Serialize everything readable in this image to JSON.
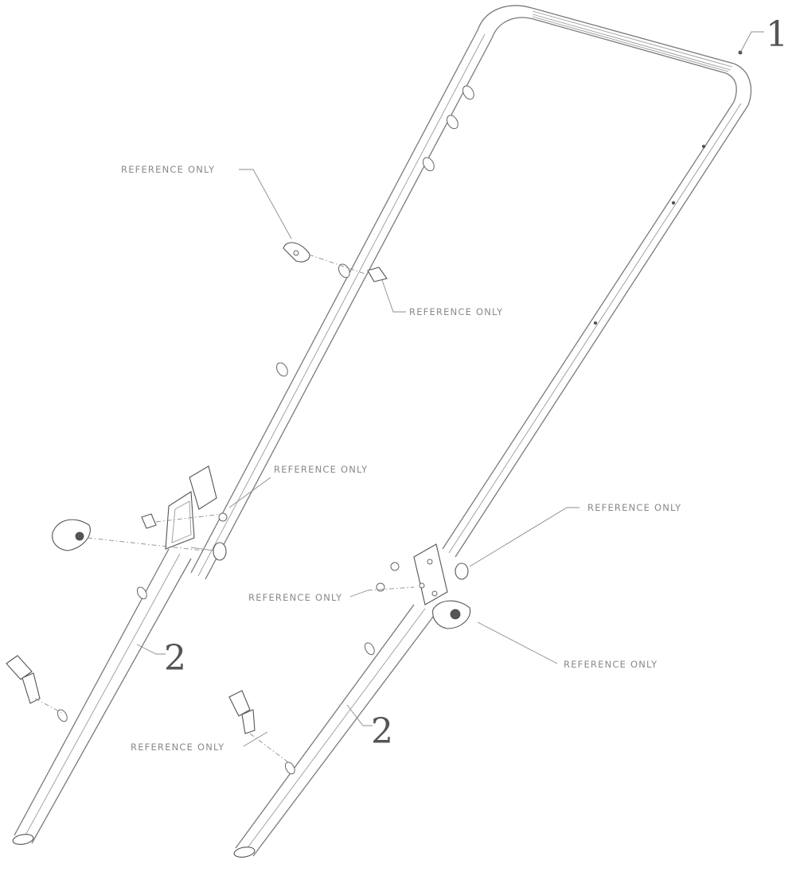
{
  "labels": {
    "ref_top_left": "REFERENCE ONLY",
    "ref_top_center": "REFERENCE ONLY",
    "ref_mid_left": "REFERENCE ONLY",
    "ref_mid_right": "REFERENCE ONLY",
    "ref_lower_center": "REFERENCE ONLY",
    "ref_lower_right": "REFERENCE ONLY",
    "ref_bottom_left": "REFERENCE ONLY"
  },
  "callouts": {
    "item_1": "1",
    "item_2_left": "2",
    "item_2_right": "2"
  }
}
